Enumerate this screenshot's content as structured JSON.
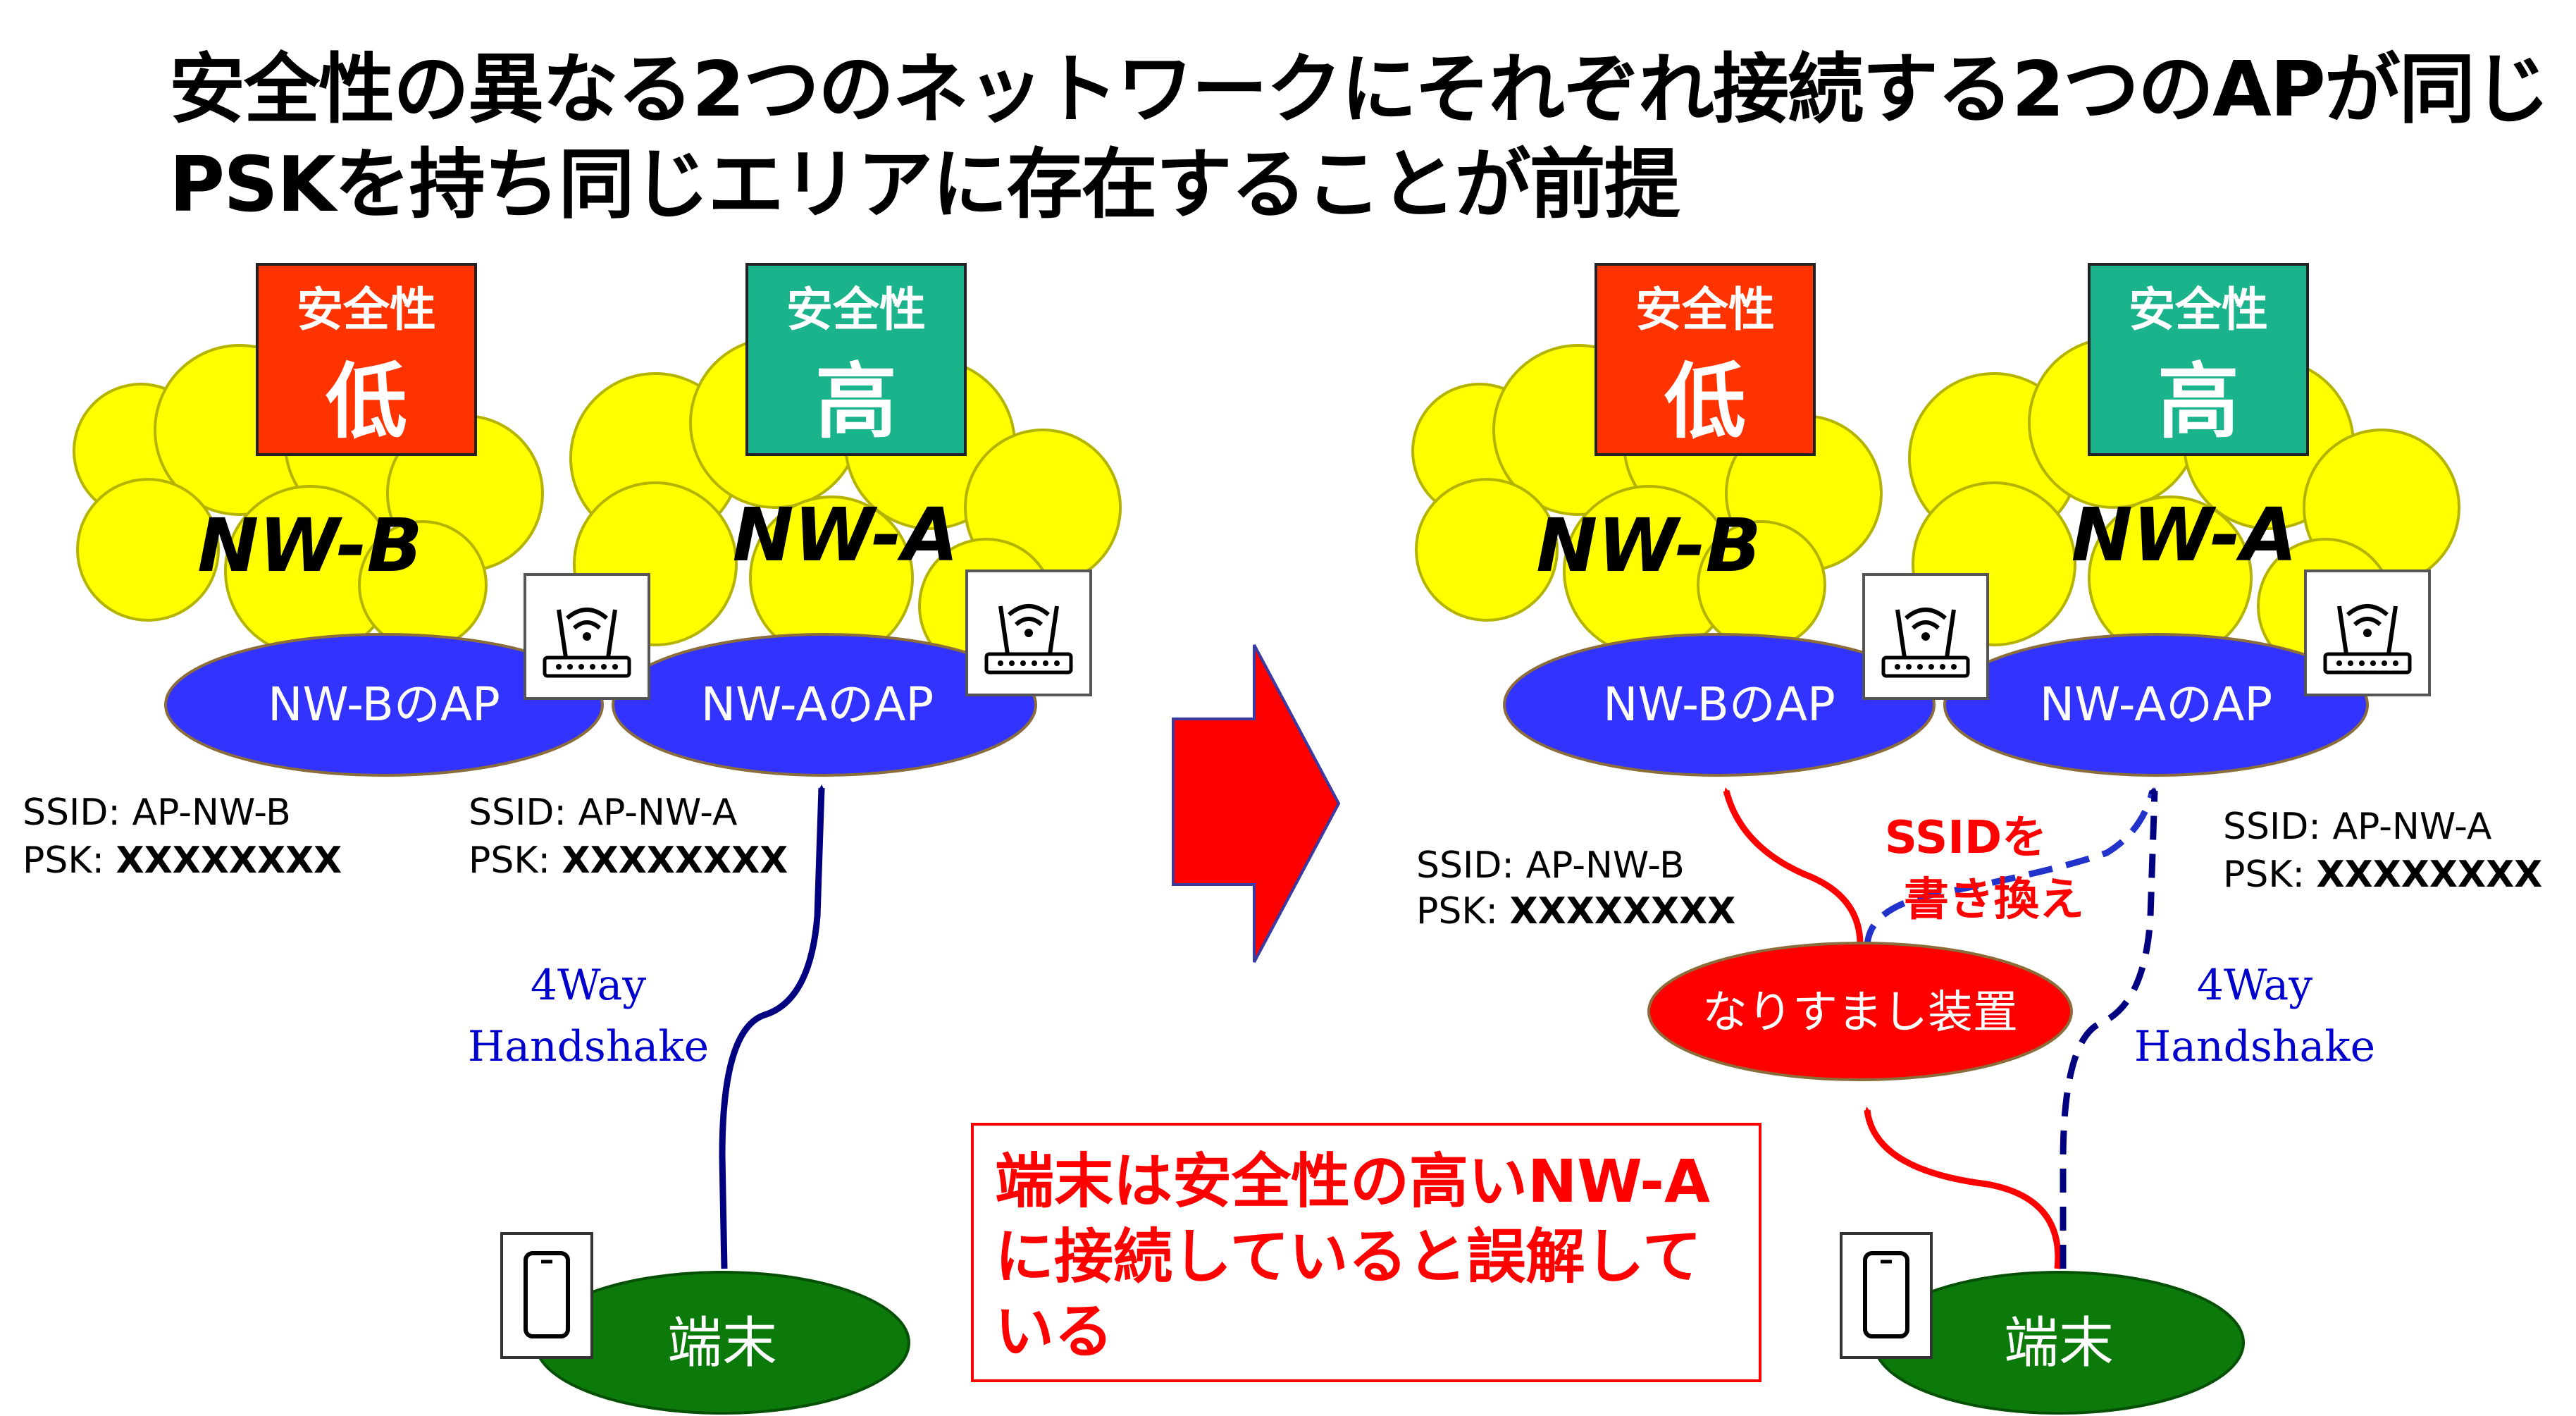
{
  "title": {
    "line1": "安全性の異なる2つのネットワークにそれぞれ接続する2つのAPが同じ",
    "line2": "PSKを持ち同じエリアに存在することが前提"
  },
  "badges": {
    "safety_label": "安全性",
    "low": "低",
    "high": "高"
  },
  "networks": {
    "nw_b": "NW-B",
    "nw_a": "NW-A",
    "ap_b": "NW-BのAP",
    "ap_a": "NW-AのAP"
  },
  "credentials": {
    "ssid_b": "SSID: AP-NW-B",
    "ssid_a": "SSID: AP-NW-A",
    "psk_label": "PSK: ",
    "psk_value": "XXXXXXXX"
  },
  "handshake": {
    "line1": "4Way",
    "line2": "Handshake"
  },
  "terminal": "端末",
  "spoofer": "なりすまし装置",
  "ssid_rewrite": {
    "line1": "SSIDを",
    "line2": "書き換え"
  },
  "warning": {
    "line1": "端末は安全性の高いNW-A",
    "line2": "に接続していると誤解して",
    "line3": "いる"
  },
  "icons": {
    "router": "wifi-router-icon",
    "phone": "smartphone-icon",
    "arrow": "right-arrow-icon"
  },
  "colors": {
    "low_badge": "#ff3300",
    "high_badge": "#1ab38c",
    "cloud": "#ffff00",
    "ap_ellipse": "#3333ff",
    "terminal": "#0b7a0b",
    "spoofer": "#ff0000",
    "handshake_path": "#000080",
    "spoof_path": "#ff0000",
    "handshake_text": "#0000cc",
    "warning_text": "#ff0000"
  }
}
